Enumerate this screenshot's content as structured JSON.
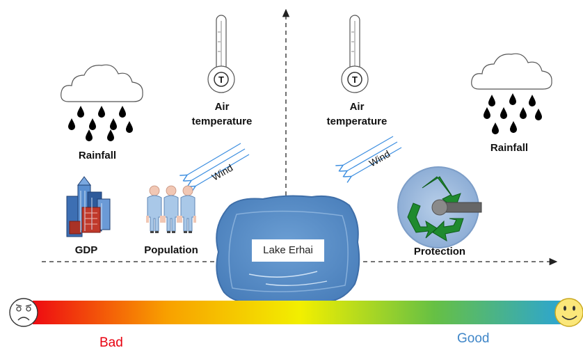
{
  "labels": {
    "rainfall_left": "Rainfall",
    "rainfall_right": "Rainfall",
    "air_temperature_left": "Air temperature",
    "air_temperature_right": "Air temperature",
    "wind_left": "Wind",
    "wind_right": "Wind",
    "gdp": "GDP",
    "population": "Population",
    "protection": "Protection",
    "lake": "Lake Erhai",
    "thermometer_symbol": "T"
  },
  "scale": {
    "bad_label": "Bad",
    "good_label": "Good",
    "bad_color": "#e8000f",
    "good_color": "#3f86c8",
    "gradient_colors": [
      "#ee0a12",
      "#f8a000",
      "#f2ef00",
      "#66c044",
      "#2aa4d8"
    ]
  },
  "icons": {
    "clouds": "cloud-icon",
    "thermometers": "thermometer-icon",
    "wind": "wind-arrows-icon",
    "gdp": "city-buildings-icon",
    "population": "people-icon",
    "protection": "recycle-icon",
    "bad_face": "sad-face-icon",
    "good_face": "smiley-face-icon"
  },
  "colors": {
    "lake_fill": "#5b8ec6",
    "lake_edge": "#3e6ea8",
    "recycle_green": "#1f8a2f",
    "wind_blue": "#3c8ee0",
    "axis": "#222222"
  }
}
